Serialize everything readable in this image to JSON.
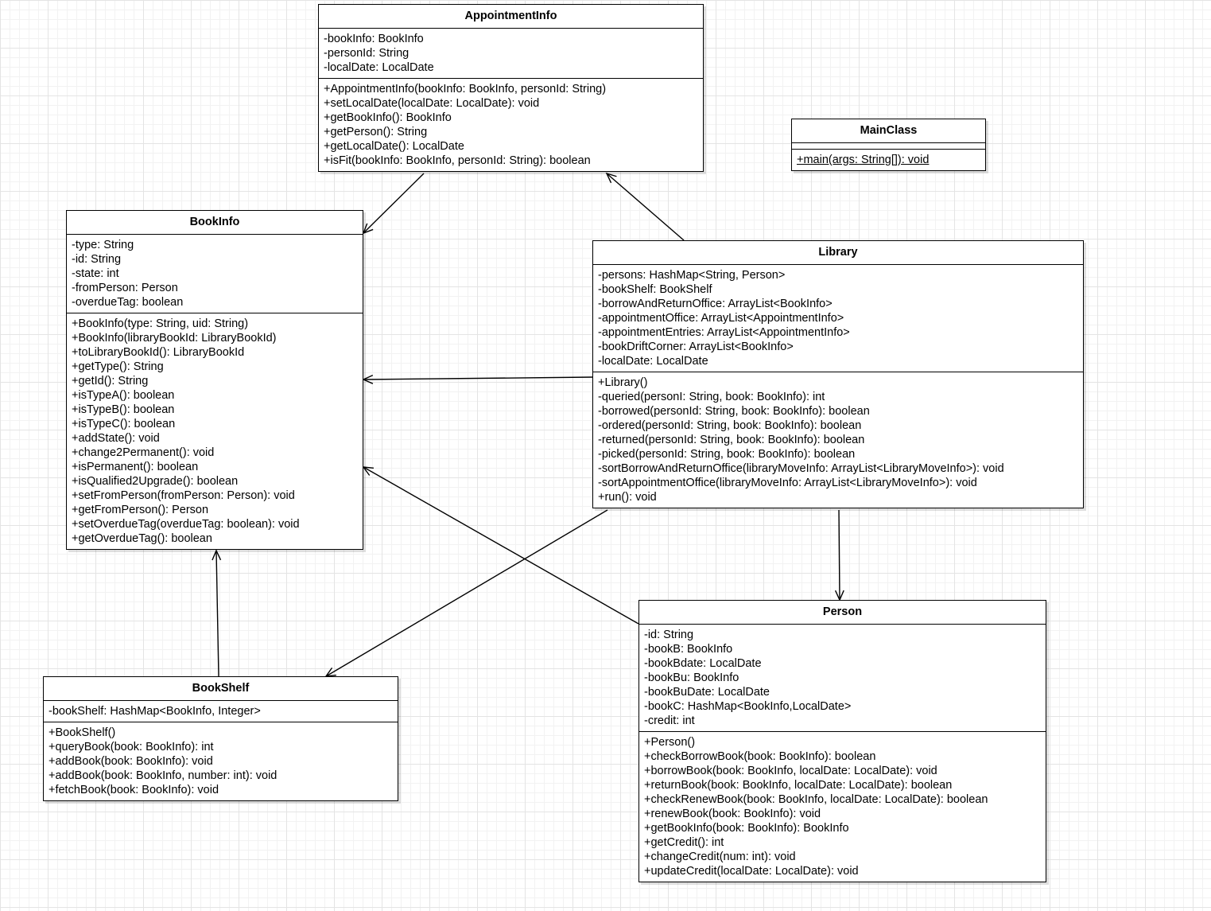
{
  "classes": [
    {
      "id": "appointmentinfo",
      "name": "AppointmentInfo",
      "attributes": [
        "-bookInfo: BookInfo",
        "-personId: String",
        "-localDate: LocalDate"
      ],
      "methods": [
        "+AppointmentInfo(bookInfo: BookInfo, personId: String)",
        "+setLocalDate(localDate: LocalDate): void",
        "+getBookInfo(): BookInfo",
        "+getPerson(): String",
        "+getLocalDate(): LocalDate",
        "+isFit(bookInfo: BookInfo, personId: String): boolean"
      ]
    },
    {
      "id": "mainclass",
      "name": "MainClass",
      "attributes": [],
      "methods": [
        "+main(args: String[]): void"
      ],
      "static_methods": [
        "+main(args: String[]): void"
      ]
    },
    {
      "id": "bookinfo",
      "name": "BookInfo",
      "attributes": [
        "-type: String",
        "-id: String",
        "-state: int",
        "-fromPerson: Person",
        "-overdueTag: boolean"
      ],
      "methods": [
        "+BookInfo(type: String, uid: String)",
        "+BookInfo(libraryBookId: LibraryBookId)",
        "+toLibraryBookId(): LibraryBookId",
        "+getType(): String",
        "+getId(): String",
        "+isTypeA(): boolean",
        "+isTypeB(): boolean",
        "+isTypeC(): boolean",
        "+addState(): void",
        "+change2Permanent(): void",
        "+isPermanent(): boolean",
        "+isQualified2Upgrade(): boolean",
        "+setFromPerson(fromPerson: Person): void",
        "+getFromPerson(): Person",
        "+setOverdueTag(overdueTag: boolean): void",
        "+getOverdueTag(): boolean"
      ]
    },
    {
      "id": "library",
      "name": "Library",
      "attributes": [
        "-persons: HashMap<String, Person>",
        "-bookShelf: BookShelf",
        "-borrowAndReturnOffice: ArrayList<BookInfo>",
        "-appointmentOffice: ArrayList<AppointmentInfo>",
        "-appointmentEntries: ArrayList<AppointmentInfo>",
        "-bookDriftCorner: ArrayList<BookInfo>",
        "-localDate: LocalDate"
      ],
      "methods": [
        "+Library()",
        "-queried(personI: String, book: BookInfo): int",
        "-borrowed(personId: String, book: BookInfo): boolean",
        "-ordered(personId: String, book: BookInfo): boolean",
        "-returned(personId: String, book: BookInfo): boolean",
        "-picked(personId: String, book: BookInfo): boolean",
        "-sortBorrowAndReturnOffice(libraryMoveInfo: ArrayList<LibraryMoveInfo>): void",
        "-sortAppointmentOffice(libraryMoveInfo: ArrayList<LibraryMoveInfo>): void",
        "+run(): void"
      ]
    },
    {
      "id": "bookshelf",
      "name": "BookShelf",
      "attributes": [
        "-bookShelf: HashMap<BookInfo, Integer>"
      ],
      "methods": [
        "+BookShelf()",
        "+queryBook(book: BookInfo): int",
        "+addBook(book: BookInfo): void",
        "+addBook(book: BookInfo, number: int): void",
        "+fetchBook(book: BookInfo): void"
      ]
    },
    {
      "id": "person",
      "name": "Person",
      "attributes": [
        "-id: String",
        "-bookB: BookInfo",
        "-bookBdate: LocalDate",
        "-bookBu: BookInfo",
        "-bookBuDate: LocalDate",
        "-bookC: HashMap<BookInfo,LocalDate>",
        "-credit: int"
      ],
      "methods": [
        "+Person()",
        "+checkBorrowBook(book: BookInfo): boolean",
        "+borrowBook(book: BookInfo, localDate: LocalDate): void",
        "+returnBook(book: BookInfo, localDate: LocalDate): boolean",
        "+checkRenewBook(book: BookInfo, localDate: LocalDate): boolean",
        "+renewBook(book: BookInfo): void",
        "+getBookInfo(book: BookInfo): BookInfo",
        "+getCredit(): int",
        "+changeCredit(num: int): void",
        "+updateCredit(localDate: LocalDate): void"
      ]
    }
  ],
  "associations": [
    {
      "from": "appointmentinfo",
      "to": "bookinfo"
    },
    {
      "from": "library",
      "to": "appointmentinfo"
    },
    {
      "from": "library",
      "to": "bookinfo"
    },
    {
      "from": "library",
      "to": "bookshelf"
    },
    {
      "from": "library",
      "to": "person"
    },
    {
      "from": "person",
      "to": "bookinfo"
    },
    {
      "from": "bookshelf",
      "to": "bookinfo"
    }
  ],
  "style": {
    "line_color": "#000000",
    "box_border": "#000000",
    "box_fill": "#ffffff"
  }
}
